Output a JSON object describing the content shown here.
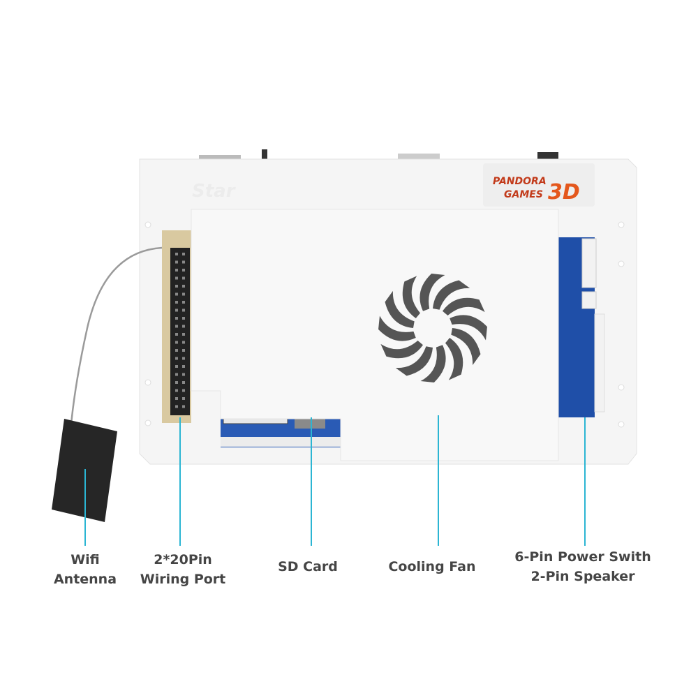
{
  "product": {
    "brand_logo": "PANDORA GAMES 3D",
    "case_embossing": "Star"
  },
  "callouts": [
    {
      "id": "wifi",
      "lines": [
        "Wifi",
        "Antenna"
      ]
    },
    {
      "id": "wiring",
      "lines": [
        "2*20Pin",
        "Wiring Port"
      ]
    },
    {
      "id": "sd",
      "lines": [
        "SD Card"
      ]
    },
    {
      "id": "fan",
      "lines": [
        "Cooling Fan"
      ]
    },
    {
      "id": "power",
      "lines": [
        "6-Pin Power Swith",
        "2-Pin Speaker"
      ]
    }
  ],
  "colors": {
    "callout_line": "#2bb5d3",
    "label_text": "#454545",
    "pcb": "#1f4fa8",
    "case": "#f4f4f4"
  }
}
